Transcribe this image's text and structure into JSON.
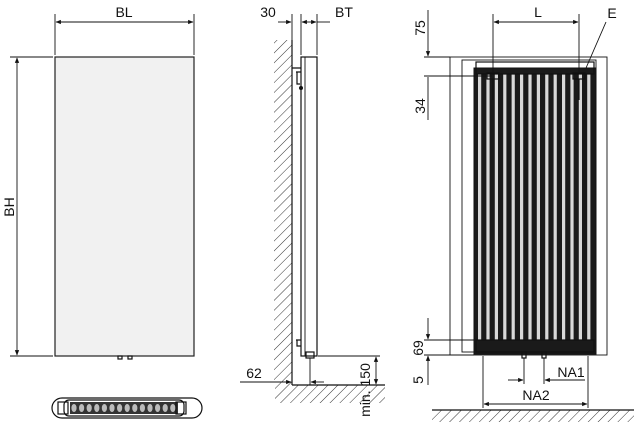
{
  "front_view": {
    "width_label": "BL",
    "height_label": "BH"
  },
  "side_view": {
    "wall_gap_label": "30",
    "depth_label": "BT",
    "wall_to_pipe_label": "62",
    "floor_clearance_label": "min. 150"
  },
  "rear_view": {
    "bracket_spacing_label": "L",
    "fixing_label": "E",
    "top_offset_label": "75",
    "bracket_height_label": "34",
    "connection_height_label": "69",
    "connection_offset_label": "5",
    "connection_spacing_1_label": "NA1",
    "connection_spacing_2_label": "NA2"
  },
  "colors": {
    "line": "#111111",
    "panel_fill": "#f1f1f1",
    "radiator_fill": "#1a1a1a"
  }
}
